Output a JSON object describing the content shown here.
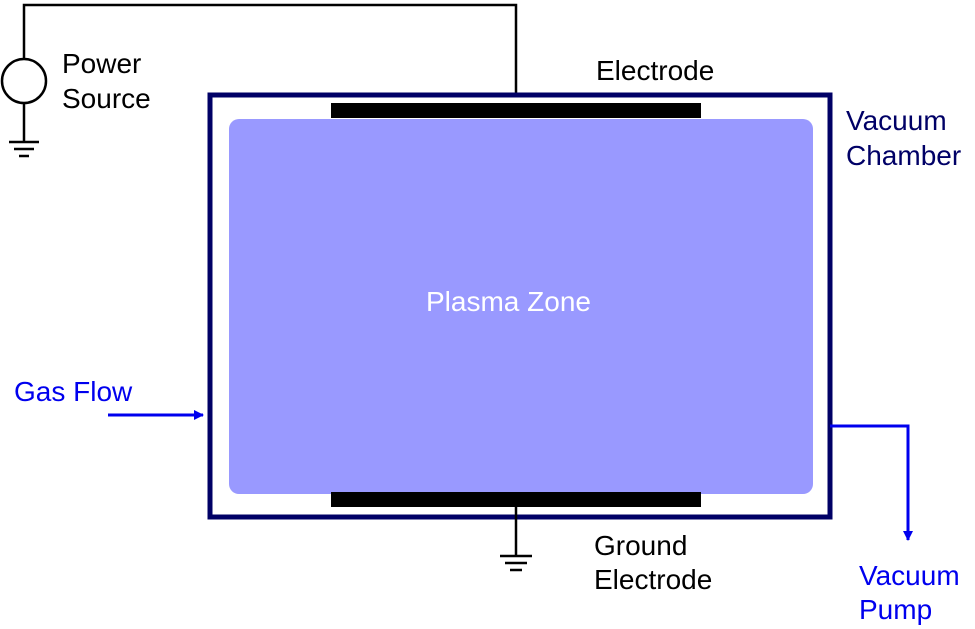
{
  "labels": {
    "power_source": [
      "Power",
      "Source"
    ],
    "electrode": "Electrode",
    "vacuum_chamber": [
      "Vacuum",
      "Chamber"
    ],
    "plasma_zone": "Plasma Zone",
    "gas_flow": "Gas Flow",
    "ground_electrode": [
      "Ground",
      "Electrode"
    ],
    "vacuum_pump": [
      "Vacuum",
      "Pump"
    ]
  },
  "colors": {
    "chamber_outline": "#000066",
    "plasma_fill": "#9999ff",
    "electrode": "#000000",
    "wiring": "#000000",
    "flow_arrows": "#0000ee",
    "chamber_label": "#000066",
    "flow_label": "#0000ee",
    "plasma_label": "#ffffff"
  },
  "icons": {
    "power_source": "ac-source-circle-icon",
    "ground": "ground-symbol-icon"
  }
}
